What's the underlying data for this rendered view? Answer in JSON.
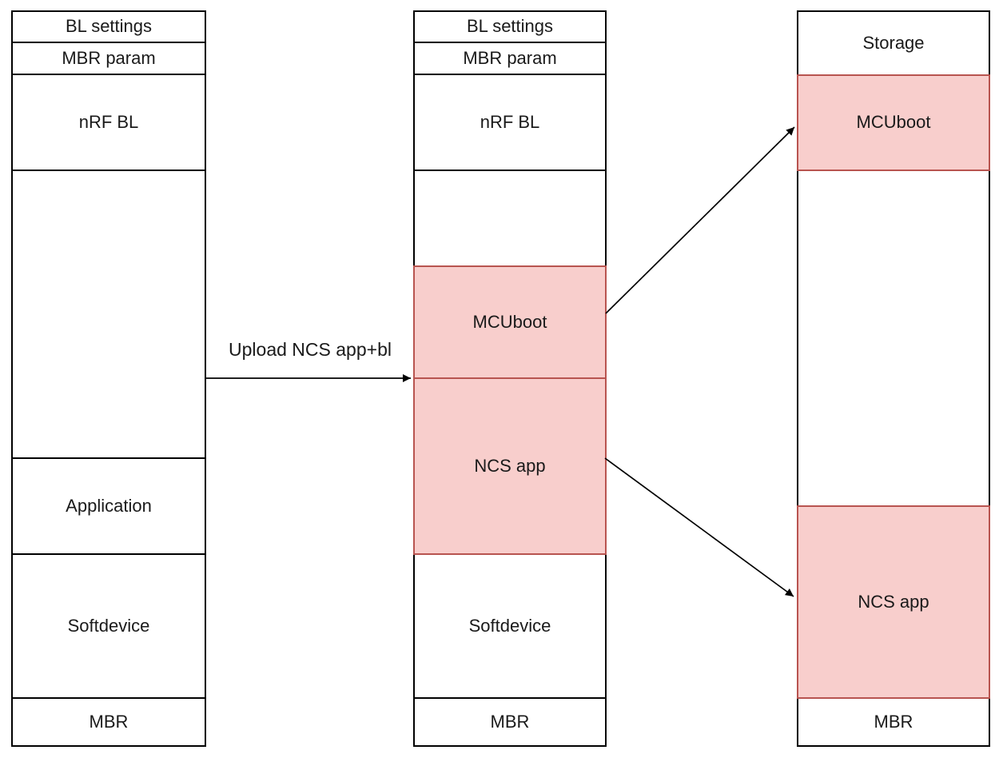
{
  "diagram": {
    "columns": [
      {
        "id": "original-layout",
        "segments": [
          {
            "label": "BL settings",
            "highlight": false
          },
          {
            "label": "MBR param",
            "highlight": false
          },
          {
            "label": "nRF BL",
            "highlight": false
          },
          {
            "label": "",
            "highlight": false
          },
          {
            "label": "Application",
            "highlight": false
          },
          {
            "label": "Softdevice",
            "highlight": false
          },
          {
            "label": "MBR",
            "highlight": false
          }
        ]
      },
      {
        "id": "uploaded-layout",
        "segments": [
          {
            "label": "BL settings",
            "highlight": false
          },
          {
            "label": "MBR param",
            "highlight": false
          },
          {
            "label": "nRF BL",
            "highlight": false
          },
          {
            "label": "",
            "highlight": false
          },
          {
            "label": "MCUboot",
            "highlight": true
          },
          {
            "label": "NCS app",
            "highlight": true
          },
          {
            "label": "Softdevice",
            "highlight": false
          },
          {
            "label": "MBR",
            "highlight": false
          }
        ]
      },
      {
        "id": "final-layout",
        "segments": [
          {
            "label": "Storage",
            "highlight": false
          },
          {
            "label": "MCUboot",
            "highlight": true
          },
          {
            "label": "",
            "highlight": false
          },
          {
            "label": "NCS app",
            "highlight": true
          },
          {
            "label": "MBR",
            "highlight": false
          }
        ]
      }
    ],
    "arrows": [
      {
        "id": "upload-arrow",
        "label": "Upload NCS app+bl"
      },
      {
        "id": "mcuboot-transfer-arrow",
        "label": ""
      },
      {
        "id": "ncs-app-transfer-arrow",
        "label": ""
      }
    ],
    "colors": {
      "highlight_fill": "#f8cecc",
      "highlight_border": "#b85450",
      "box_border": "#000000",
      "arrow": "#000000",
      "background": "#ffffff",
      "text": "#1a1a1a"
    }
  }
}
